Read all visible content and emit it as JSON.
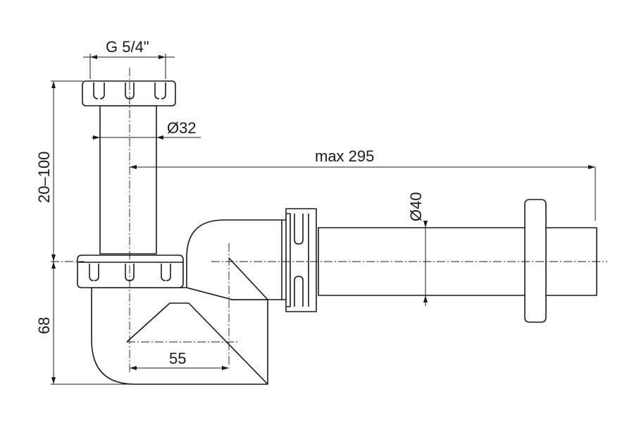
{
  "dimensions": {
    "thread": "G 5/4\"",
    "tube_diameter": "Ø32",
    "max_length": "max 295",
    "outlet_diameter": "Ø40",
    "height_adjust": "20–100",
    "height": "68",
    "offset": "55"
  }
}
